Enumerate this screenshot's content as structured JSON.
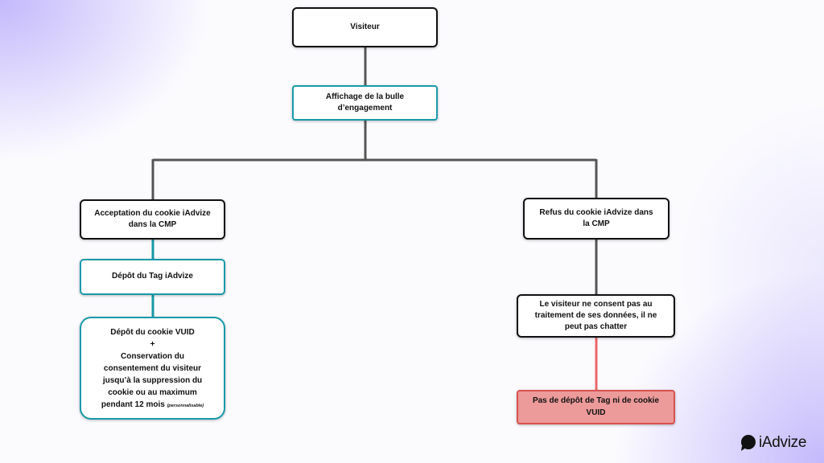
{
  "nodes": {
    "visiteur": "Visiteur",
    "affichage_line1": "Affichage de la bulle",
    "affichage_line2": "d’engagement",
    "acceptation_line1": "Acceptation du cookie iAdvize",
    "acceptation_line2": "dans la CMP",
    "refus_line1": "Refus du cookie iAdvize dans",
    "refus_line2": "la CMP",
    "depot_tag": "Dépôt du Tag iAdvize",
    "depot_cookie": {
      "line1": "Dépôt du cookie VUID",
      "line2": "+",
      "line3": "Conservation du",
      "line4": "consentement du visiteur",
      "line5": "jusqu’à la suppression du",
      "line6": "cookie ou au maximum",
      "line7": "pendant 12 mois",
      "note": "(personnalisable)"
    },
    "non_consent_line1": "Le visiteur ne consent pas au",
    "non_consent_line2": "traitement de ses données, il ne",
    "non_consent_line3": "peut pas chatter",
    "pas_de_depot_line1": "Pas de dépôt de Tag ni de cookie",
    "pas_de_depot_line2": "VUID"
  },
  "logo": {
    "text": "iAdvize",
    "icon": "speech-bubble-icon"
  },
  "colors": {
    "connector_dark": "#555555",
    "connector_teal": "#1a9aa8",
    "connector_red": "#e8676b",
    "border_black": "#111111",
    "border_teal": "#1a9aa8",
    "red_fill": "#ec9a9a",
    "red_border": "#d9534f"
  }
}
